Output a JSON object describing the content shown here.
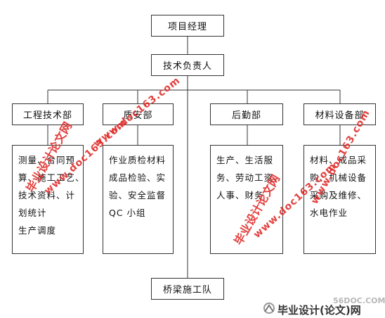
{
  "top": {
    "manager": "项目经理",
    "tech_lead": "技术负责人"
  },
  "departments": [
    {
      "name": "工程技术部",
      "lines": [
        "测量、合同预",
        "算、施工工艺、",
        "技术资料、计",
        "划统计",
        "生产调度"
      ]
    },
    {
      "name": "质安部",
      "lines": [
        "作业质检材料",
        "成品检验、实",
        "验、安全监督",
        "QC 小组"
      ]
    },
    {
      "name": "后勤部",
      "lines": [
        "生产、生活服",
        "务、劳动工资、",
        "人事、财务"
      ]
    },
    {
      "name": "材料设备部",
      "lines": [
        "材料、成品采",
        "购、机械设备",
        "采购及维修、",
        "水电作业"
      ]
    }
  ],
  "bottom": {
    "team": "桥梁施工队"
  },
  "watermarks": {
    "cn": "毕业设计论文网",
    "url": "www.doc163.com"
  },
  "brand": {
    "logo": "56DOC.COM",
    "text": "毕业设计(论文)网"
  },
  "colors": {
    "line": "#333333",
    "watermark": "#e0312f"
  }
}
